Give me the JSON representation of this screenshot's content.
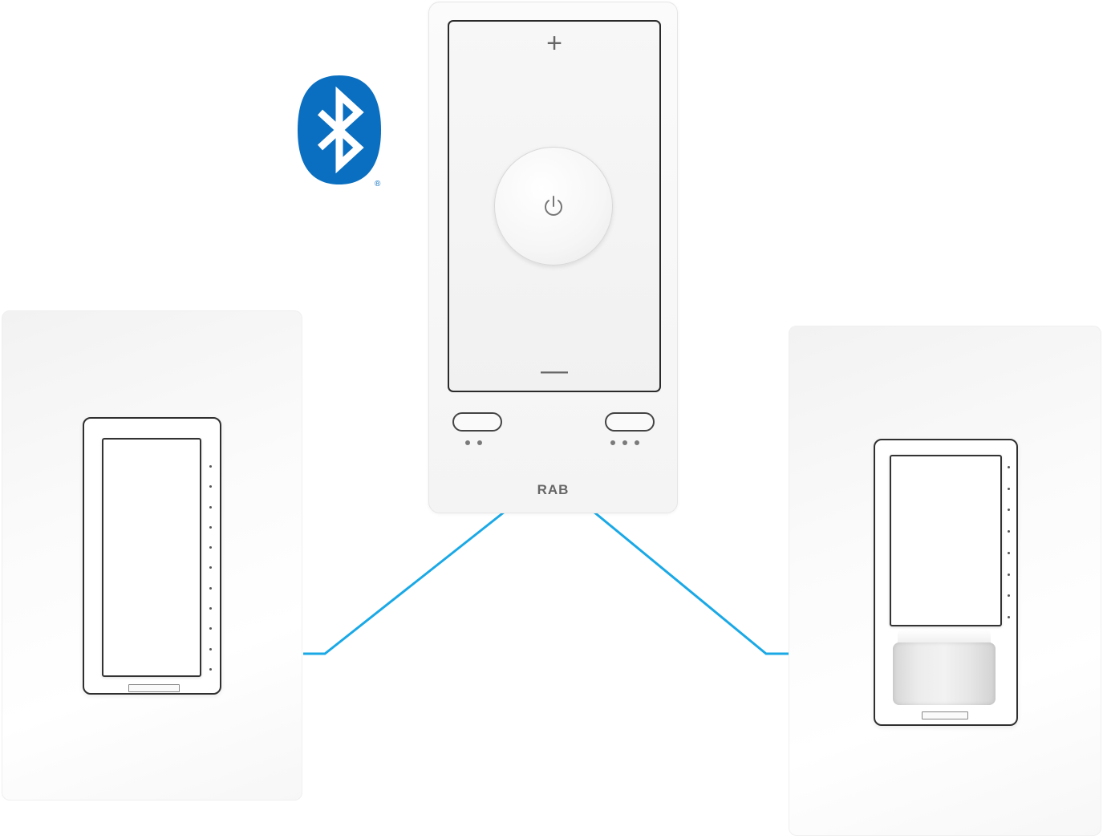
{
  "scene": {
    "accent_color": "#1aa9e6",
    "bluetooth_color": "#0a6fc0"
  },
  "remote": {
    "plus_label": "+",
    "minus_label": "—",
    "brand": "RAB",
    "power_icon": "power-icon",
    "left_indicator_dots": 2,
    "right_indicator_dots": 3
  },
  "bluetooth": {
    "icon": "bluetooth-icon",
    "registered_mark": "®"
  },
  "left_device": {
    "type": "dimmer-switch",
    "led_count": 11
  },
  "right_device": {
    "type": "occupancy-sensor-switch",
    "led_count": 8
  }
}
